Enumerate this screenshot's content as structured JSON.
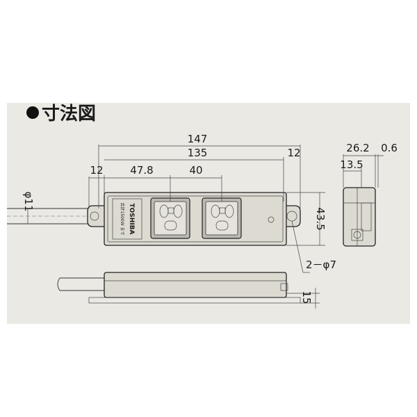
{
  "title": "●寸法図",
  "brand": "TOSHIBA",
  "rating": "合計1500W まで",
  "top_view": {
    "overall_width": "147",
    "body_width": "135",
    "end_offset_right": "12",
    "end_offset_left": "12",
    "first_outlet_distance": "47.8",
    "outlet_pitch": "40",
    "height": "43.5",
    "cord_diameter": "φ11",
    "mount_holes": "2－φ7"
  },
  "side_view": {
    "height": "15"
  },
  "end_view": {
    "width": "26.2",
    "offset": "0.6",
    "depth": "13.5"
  },
  "colors": {
    "panel_bg": "#ebe9e4",
    "line": "#222222"
  }
}
